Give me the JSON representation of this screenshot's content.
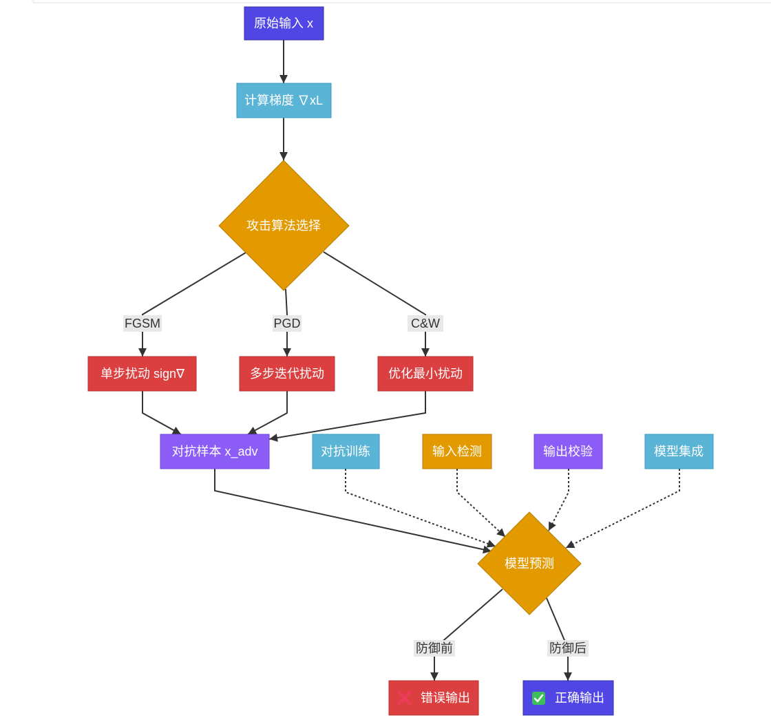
{
  "diagram": {
    "colors": {
      "line": "#333333",
      "node_text": "#FFFFFF",
      "edge_label_background": "#E8E8E8",
      "cross_icon": "#EE3A5C",
      "check_icon": "#3DBE5B"
    },
    "nodes": [
      {
        "label": "原始输入 x",
        "color": "#4F46E5"
      },
      {
        "label": "计算梯度 ∇xL",
        "color": "#5AB4D5"
      },
      {
        "label": "攻击算法选择",
        "color": "#E39A00"
      },
      {
        "label": "单步扰动 sign∇",
        "color": "#DC3F3F"
      },
      {
        "label": "多步迭代扰动",
        "color": "#DC3F3F"
      },
      {
        "label": "优化最小扰动",
        "color": "#DC3F3F"
      },
      {
        "label": "对抗样本 x_adv",
        "color": "#8B5CF6"
      },
      {
        "label": "对抗训练",
        "color": "#5AB4D5"
      },
      {
        "label": "输入检测",
        "color": "#E39A00"
      },
      {
        "label": "输出校验",
        "color": "#8B5CF6"
      },
      {
        "label": "模型集成",
        "color": "#5AB4D5"
      },
      {
        "label": "模型预测",
        "color": "#E39A00"
      },
      {
        "label": "错误输出",
        "color": "#DC3F3F",
        "icon": "cross-mark-icon"
      },
      {
        "label": "正确输出",
        "color": "#4F46E5",
        "icon": "check-box-icon"
      }
    ],
    "edges": [
      {
        "from": "原始输入 x",
        "to": "计算梯度 ∇xL"
      },
      {
        "from": "计算梯度 ∇xL",
        "to": "攻击算法选择"
      },
      {
        "from": "攻击算法选择",
        "to": "单步扰动 sign∇",
        "label": "FGSM"
      },
      {
        "from": "攻击算法选择",
        "to": "多步迭代扰动",
        "label": "PGD"
      },
      {
        "from": "攻击算法选择",
        "to": "优化最小扰动",
        "label": "C&W"
      },
      {
        "from": "单步扰动 sign∇",
        "to": "对抗样本 x_adv"
      },
      {
        "from": "多步迭代扰动",
        "to": "对抗样本 x_adv"
      },
      {
        "from": "优化最小扰动",
        "to": "对抗样本 x_adv"
      },
      {
        "from": "对抗样本 x_adv",
        "to": "模型预测"
      },
      {
        "from": "对抗训练",
        "to": "模型预测"
      },
      {
        "from": "输入检测",
        "to": "模型预测"
      },
      {
        "from": "输出校验",
        "to": "模型预测"
      },
      {
        "from": "模型集成",
        "to": "模型预测"
      },
      {
        "from": "模型预测",
        "to": "错误输出",
        "label": "防御前"
      },
      {
        "from": "模型预测",
        "to": "正确输出",
        "label": "防御后"
      }
    ]
  }
}
